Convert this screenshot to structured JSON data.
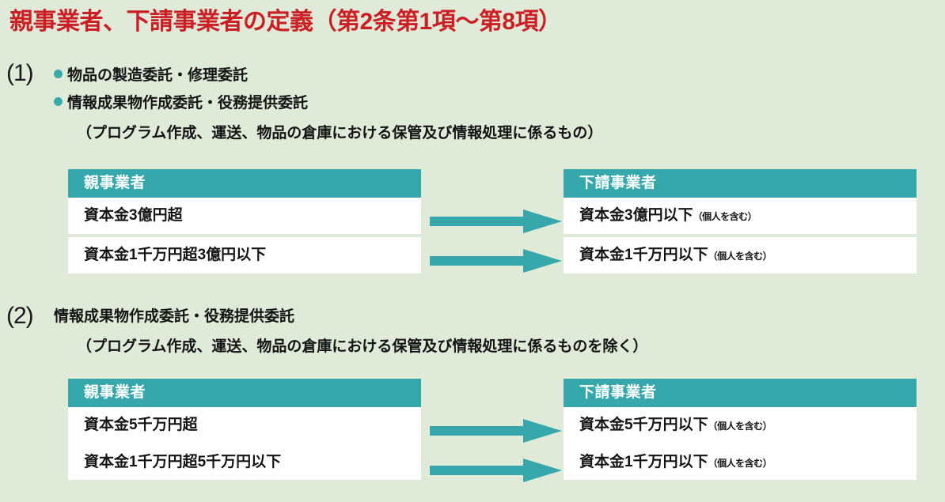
{
  "title": "親事業者、下請事業者の定義（第2条第1項〜第8項）",
  "colors": {
    "background": "#dfead8",
    "title_red": "#cb1f25",
    "teal": "#36a7ab",
    "bullet_teal": "#3aa9ac",
    "row_white": "#ffffff"
  },
  "sections": [
    {
      "number": "(1)",
      "bullets": [
        "物品の製造委託・修理委託",
        "情報成果物作成委託・役務提供委託"
      ],
      "note": "（プログラム作成、運送、物品の倉庫における保管及び情報処理に係るもの）",
      "tables": {
        "left": {
          "header": "親事業者",
          "rows": [
            {
              "main": "資本金3億円超",
              "sub": ""
            },
            {
              "main": "資本金1千万円超3億円以下",
              "sub": ""
            }
          ]
        },
        "right": {
          "header": "下請事業者",
          "rows": [
            {
              "main": "資本金3億円以下",
              "sub": "（個人を含む）"
            },
            {
              "main": "資本金1千万円以下",
              "sub": "（個人を含む）"
            }
          ]
        }
      },
      "arrows": [
        "arrow-right-icon",
        "arrow-right-icon"
      ]
    },
    {
      "number": "(2)",
      "heading": "情報成果物作成委託・役務提供委託",
      "note": "（プログラム作成、運送、物品の倉庫における保管及び情報処理に係るものを除く）",
      "tables": {
        "left": {
          "header": "親事業者",
          "rows": [
            {
              "main": "資本金5千万円超",
              "sub": ""
            },
            {
              "main": "資本金1千万円超5千万円以下",
              "sub": ""
            }
          ]
        },
        "right": {
          "header": "下請事業者",
          "rows": [
            {
              "main": "資本金5千万円以下",
              "sub": "（個人を含む）"
            },
            {
              "main": "資本金1千万円以下",
              "sub": "（個人を含む）"
            }
          ]
        }
      },
      "arrows": [
        "arrow-right-icon",
        "arrow-right-icon"
      ]
    }
  ]
}
